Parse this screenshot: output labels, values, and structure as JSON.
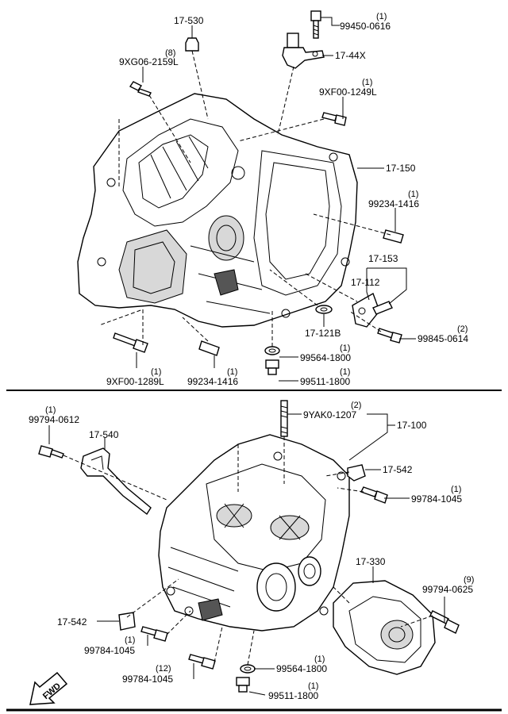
{
  "callouts": [
    {
      "id": "c1",
      "part": "17-530"
    },
    {
      "id": "c2",
      "part": "99450-0616",
      "qty": "(1)"
    },
    {
      "id": "c3",
      "part": "17-44X"
    },
    {
      "id": "c4",
      "part": "9XG06-2159L",
      "qty": "(8)"
    },
    {
      "id": "c5",
      "part": "9XF00-1249L",
      "qty": "(1)"
    },
    {
      "id": "c6",
      "part": "17-150"
    },
    {
      "id": "c7",
      "part": "99234-1416",
      "qty": "(1)"
    },
    {
      "id": "c8",
      "part": "17-153"
    },
    {
      "id": "c9",
      "part": "17-112"
    },
    {
      "id": "c10",
      "part": "17-121B"
    },
    {
      "id": "c11",
      "part": "99845-0614",
      "qty": "(2)"
    },
    {
      "id": "c12",
      "part": "99564-1800",
      "qty": "(1)"
    },
    {
      "id": "c13",
      "part": "99511-1800",
      "qty": "(1)"
    },
    {
      "id": "c14",
      "part": "9XF00-1289L",
      "qty": "(1)"
    },
    {
      "id": "c15",
      "part": "99234-1416",
      "qty": "(1)"
    },
    {
      "id": "c16",
      "part": "99794-0612",
      "qty": "(1)"
    },
    {
      "id": "c17",
      "part": "17-540"
    },
    {
      "id": "c18",
      "part": "9YAK0-1207",
      "qty": "(2)"
    },
    {
      "id": "c19",
      "part": "17-100"
    },
    {
      "id": "c20",
      "part": "17-542"
    },
    {
      "id": "c21",
      "part": "99784-1045",
      "qty": "(1)"
    },
    {
      "id": "c22",
      "part": "17-330"
    },
    {
      "id": "c23",
      "part": "99794-0625",
      "qty": "(9)"
    },
    {
      "id": "c24",
      "part": "17-542"
    },
    {
      "id": "c25",
      "part": "99784-1045",
      "qty": "(1)"
    },
    {
      "id": "c26",
      "part": "99784-1045",
      "qty": "(12)"
    },
    {
      "id": "c27",
      "part": "99564-1800",
      "qty": "(1)"
    },
    {
      "id": "c28",
      "part": "99511-1800",
      "qty": "(1)"
    }
  ],
  "fwd_label": "FWD"
}
